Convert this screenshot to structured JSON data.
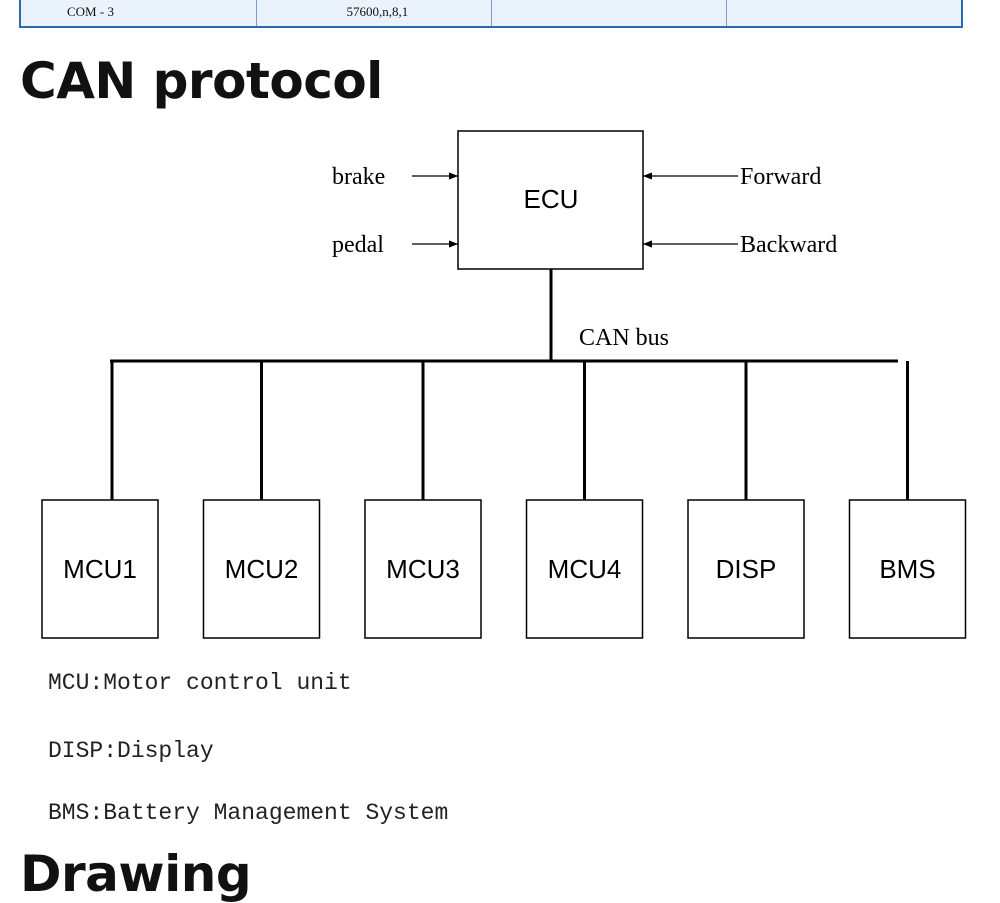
{
  "top_table": {
    "cells": [
      "COM - 3",
      "57600,n,8,1",
      "",
      ""
    ]
  },
  "headings": {
    "can": "CAN protocol",
    "drawing": "Drawing"
  },
  "diagram": {
    "ecu_label": "ECU",
    "bus_label": "CAN bus",
    "inputs_left": [
      "brake",
      "pedal"
    ],
    "inputs_right": [
      "Forward",
      "Backward"
    ],
    "nodes": [
      "MCU1",
      "MCU2",
      "MCU3",
      "MCU4",
      "DISP",
      "BMS"
    ]
  },
  "legend": [
    "MCU:Motor control unit",
    "DISP:Display",
    "BMS:Battery Management System"
  ]
}
